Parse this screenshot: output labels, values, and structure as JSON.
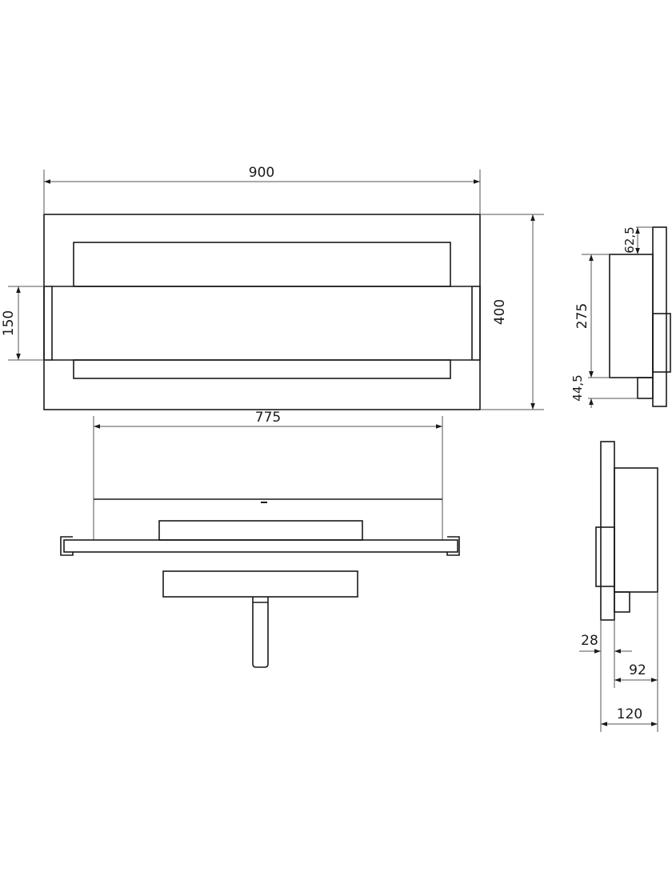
{
  "front_view": {
    "width": "900",
    "height": "400",
    "opening": "150"
  },
  "side_view_top": {
    "top_offset": "62,5",
    "body_height": "275",
    "bottom_offset": "44,5"
  },
  "bottom_view": {
    "inner_width": "775"
  },
  "side_view_bottom": {
    "plate_depth": "28",
    "body_depth": "92",
    "total_depth": "120"
  }
}
